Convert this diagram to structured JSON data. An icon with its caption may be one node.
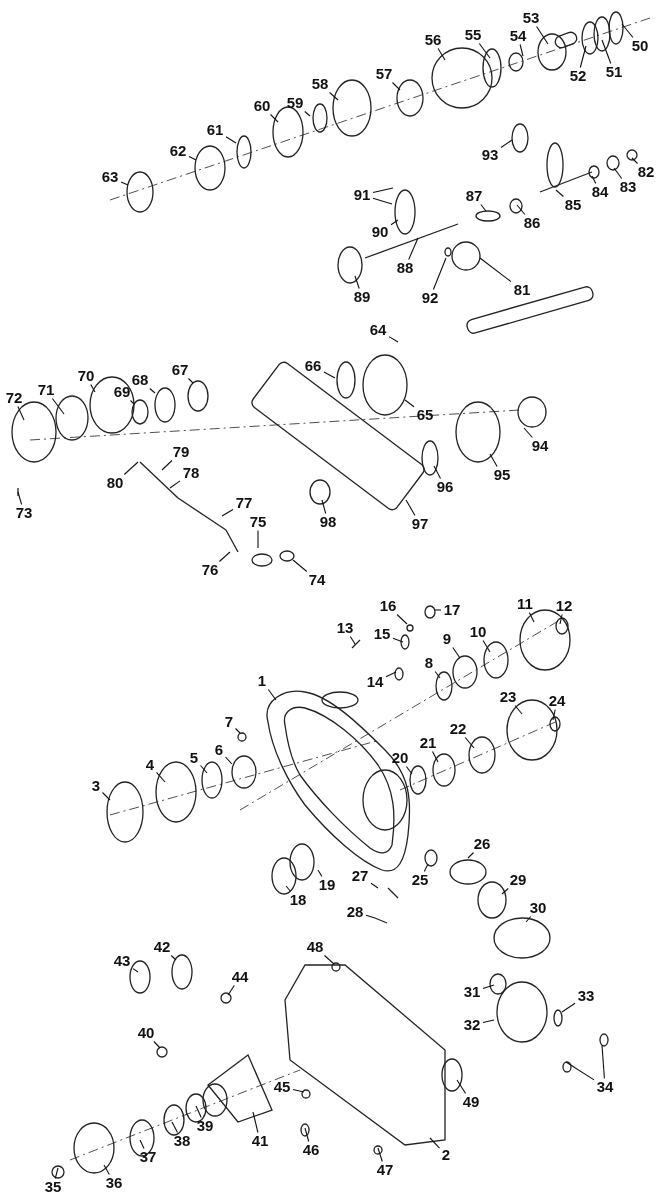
{
  "diagram": {
    "nodes": [
      {
        "text": [
          "50"
        ]
      },
      {
        "text": [
          "51"
        ]
      },
      {
        "text": [
          "52"
        ]
      },
      {
        "text": [
          "53"
        ]
      },
      {
        "text": [
          "54"
        ]
      },
      {
        "text": [
          "55"
        ]
      },
      {
        "text": [
          "56"
        ]
      },
      {
        "text": [
          "57"
        ]
      },
      {
        "text": [
          "58"
        ]
      },
      {
        "text": [
          "59"
        ]
      },
      {
        "text": [
          "60"
        ]
      },
      {
        "text": [
          "61"
        ]
      },
      {
        "text": [
          "62"
        ]
      },
      {
        "text": [
          "63"
        ]
      },
      {
        "text": [
          "93"
        ]
      },
      {
        "text": [
          "82"
        ]
      },
      {
        "text": [
          "83"
        ]
      },
      {
        "text": [
          "84"
        ]
      },
      {
        "text": [
          "85"
        ]
      },
      {
        "text": [
          "86"
        ]
      },
      {
        "text": [
          "87"
        ]
      },
      {
        "text": [
          "91"
        ]
      },
      {
        "text": [
          "90"
        ]
      },
      {
        "text": [
          "88"
        ]
      },
      {
        "text": [
          "92"
        ]
      },
      {
        "text": [
          "81"
        ]
      },
      {
        "text": [
          "89"
        ]
      },
      {
        "text": [
          "64"
        ]
      },
      {
        "text": [
          "66"
        ]
      },
      {
        "text": [
          "65"
        ]
      },
      {
        "text": [
          "67"
        ]
      },
      {
        "text": [
          "68"
        ]
      },
      {
        "text": [
          "69"
        ]
      },
      {
        "text": [
          "70"
        ]
      },
      {
        "text": [
          "71"
        ]
      },
      {
        "text": [
          "72"
        ]
      },
      {
        "text": [
          "73"
        ]
      },
      {
        "text": [
          "80"
        ]
      },
      {
        "text": [
          "79"
        ]
      },
      {
        "text": [
          "78"
        ]
      },
      {
        "text": [
          "77"
        ]
      },
      {
        "text": [
          "76"
        ]
      },
      {
        "text": [
          "75"
        ]
      },
      {
        "text": [
          "74"
        ]
      },
      {
        "text": [
          "94"
        ]
      },
      {
        "text": [
          "95"
        ]
      },
      {
        "text": [
          "96"
        ]
      },
      {
        "text": [
          "97"
        ]
      },
      {
        "text": [
          "98"
        ]
      },
      {
        "text": [
          "17"
        ]
      },
      {
        "text": [
          "16"
        ]
      },
      {
        "text": [
          "13"
        ]
      },
      {
        "text": [
          "15"
        ]
      },
      {
        "text": [
          "14"
        ]
      },
      {
        "text": [
          "11"
        ]
      },
      {
        "text": [
          "12"
        ]
      },
      {
        "text": [
          "10"
        ]
      },
      {
        "text": [
          "9"
        ]
      },
      {
        "text": [
          "8"
        ]
      },
      {
        "text": [
          "1"
        ]
      },
      {
        "text": [
          "23"
        ]
      },
      {
        "text": [
          "24"
        ]
      },
      {
        "text": [
          "22"
        ]
      },
      {
        "text": [
          "21"
        ]
      },
      {
        "text": [
          "20"
        ]
      },
      {
        "text": [
          "7"
        ]
      },
      {
        "text": [
          "6"
        ]
      },
      {
        "text": [
          "5"
        ]
      },
      {
        "text": [
          "4"
        ]
      },
      {
        "text": [
          "3"
        ]
      },
      {
        "text": [
          "26"
        ]
      },
      {
        "text": [
          "25"
        ]
      },
      {
        "text": [
          "19"
        ]
      },
      {
        "text": [
          "18"
        ]
      },
      {
        "text": [
          "27"
        ]
      },
      {
        "text": [
          "29"
        ]
      },
      {
        "text": [
          "28"
        ]
      },
      {
        "text": [
          "30"
        ]
      },
      {
        "text": [
          "42"
        ]
      },
      {
        "text": [
          "43"
        ]
      },
      {
        "text": [
          "48"
        ]
      },
      {
        "text": [
          "44"
        ]
      },
      {
        "text": [
          "31"
        ]
      },
      {
        "text": [
          "32"
        ]
      },
      {
        "text": [
          "33"
        ]
      },
      {
        "text": [
          "34"
        ]
      },
      {
        "text": [
          "40"
        ]
      },
      {
        "text": [
          "49"
        ]
      },
      {
        "text": [
          "45"
        ]
      },
      {
        "text": [
          "41"
        ]
      },
      {
        "text": [
          "39"
        ]
      },
      {
        "text": [
          "38"
        ]
      },
      {
        "text": [
          "46"
        ]
      },
      {
        "text": [
          "2"
        ]
      },
      {
        "text": [
          "47"
        ]
      },
      {
        "text": [
          "37"
        ]
      },
      {
        "text": [
          "36"
        ]
      },
      {
        "text": [
          "35"
        ]
      }
    ],
    "edges": [
      {
        "from": 0,
        "to": null,
        "arrow": "none"
      },
      {
        "from": 1,
        "to": null,
        "arrow": "none"
      },
      {
        "from": 2,
        "to": null,
        "arrow": "none"
      },
      {
        "from": 3,
        "to": null,
        "arrow": "none"
      },
      {
        "from": 4,
        "to": null,
        "arrow": "none"
      },
      {
        "from": 5,
        "to": null,
        "arrow": "none"
      },
      {
        "from": 6,
        "to": null,
        "arrow": "none"
      },
      {
        "from": 7,
        "to": null,
        "arrow": "none"
      },
      {
        "from": 8,
        "to": null,
        "arrow": "none"
      },
      {
        "from": 9,
        "to": null,
        "arrow": "none"
      },
      {
        "from": 10,
        "to": null,
        "arrow": "none"
      },
      {
        "from": 11,
        "to": null,
        "arrow": "none"
      },
      {
        "from": 12,
        "to": null,
        "arrow": "none"
      },
      {
        "from": 13,
        "to": null,
        "arrow": "none"
      },
      {
        "from": 14,
        "to": null,
        "arrow": "none"
      },
      {
        "from": 15,
        "to": null,
        "arrow": "none"
      },
      {
        "from": 16,
        "to": null,
        "arrow": "none"
      },
      {
        "from": 17,
        "to": null,
        "arrow": "none"
      },
      {
        "from": 18,
        "to": null,
        "arrow": "none"
      },
      {
        "from": 19,
        "to": null,
        "arrow": "none"
      },
      {
        "from": 20,
        "to": null,
        "arrow": "none"
      },
      {
        "from": 21,
        "to": null,
        "arrow": "none"
      },
      {
        "from": 21,
        "to": null,
        "arrow": "none"
      },
      {
        "from": 22,
        "to": null,
        "arrow": "none"
      },
      {
        "from": 23,
        "to": null,
        "arrow": "none"
      },
      {
        "from": 24,
        "to": null,
        "arrow": "none"
      },
      {
        "from": 25,
        "to": null,
        "arrow": "none"
      },
      {
        "from": 26,
        "to": null,
        "arrow": "none"
      },
      {
        "from": 27,
        "to": null,
        "arrow": "none"
      },
      {
        "from": 28,
        "to": null,
        "arrow": "none"
      },
      {
        "from": 29,
        "to": null,
        "arrow": "none"
      },
      {
        "from": 30,
        "to": null,
        "arrow": "none"
      },
      {
        "from": 31,
        "to": null,
        "arrow": "none"
      },
      {
        "from": 32,
        "to": null,
        "arrow": "none"
      },
      {
        "from": 33,
        "to": null,
        "arrow": "none"
      },
      {
        "from": 34,
        "to": null,
        "arrow": "none"
      },
      {
        "from": 35,
        "to": null,
        "arrow": "none"
      },
      {
        "from": 36,
        "to": null,
        "arrow": "none"
      },
      {
        "from": 37,
        "to": null,
        "arrow": "none"
      },
      {
        "from": 38,
        "to": null,
        "arrow": "none"
      },
      {
        "from": 39,
        "to": null,
        "arrow": "none"
      },
      {
        "from": 40,
        "to": null,
        "arrow": "none"
      },
      {
        "from": 41,
        "to": null,
        "arrow": "none"
      },
      {
        "from": 42,
        "to": null,
        "arrow": "none"
      },
      {
        "from": 43,
        "to": null,
        "arrow": "none"
      },
      {
        "from": 44,
        "to": null,
        "arrow": "none"
      },
      {
        "from": 45,
        "to": null,
        "arrow": "none"
      },
      {
        "from": 46,
        "to": null,
        "arrow": "none"
      },
      {
        "from": 47,
        "to": null,
        "arrow": "none"
      },
      {
        "from": 48,
        "to": null,
        "arrow": "none"
      },
      {
        "from": 49,
        "to": null,
        "arrow": "none"
      },
      {
        "from": 50,
        "to": null,
        "arrow": "none"
      },
      {
        "from": 51,
        "to": null,
        "arrow": "none"
      },
      {
        "from": 52,
        "to": null,
        "arrow": "none"
      },
      {
        "from": 53,
        "to": null,
        "arrow": "none"
      },
      {
        "from": 54,
        "to": null,
        "arrow": "none"
      },
      {
        "from": 55,
        "to": null,
        "arrow": "none"
      },
      {
        "from": 56,
        "to": null,
        "arrow": "none"
      },
      {
        "from": 57,
        "to": null,
        "arrow": "none"
      },
      {
        "from": 58,
        "to": null,
        "arrow": "none"
      },
      {
        "from": 59,
        "to": null,
        "arrow": "none"
      },
      {
        "from": 60,
        "to": null,
        "arrow": "none"
      },
      {
        "from": 61,
        "to": null,
        "arrow": "none"
      },
      {
        "from": 62,
        "to": null,
        "arrow": "none"
      },
      {
        "from": 63,
        "to": null,
        "arrow": "none"
      },
      {
        "from": 64,
        "to": null,
        "arrow": "none"
      },
      {
        "from": 65,
        "to": null,
        "arrow": "none"
      },
      {
        "from": 66,
        "to": null,
        "arrow": "none"
      },
      {
        "from": 67,
        "to": null,
        "arrow": "none"
      },
      {
        "from": 68,
        "to": null,
        "arrow": "none"
      },
      {
        "from": 69,
        "to": null,
        "arrow": "none"
      },
      {
        "from": 70,
        "to": null,
        "arrow": "none"
      },
      {
        "from": 71,
        "to": null,
        "arrow": "none"
      },
      {
        "from": 72,
        "to": null,
        "arrow": "none"
      },
      {
        "from": 73,
        "to": null,
        "arrow": "none"
      },
      {
        "from": 74,
        "to": null,
        "arrow": "none"
      },
      {
        "from": 75,
        "to": null,
        "arrow": "none"
      },
      {
        "from": 76,
        "to": null,
        "arrow": "none"
      },
      {
        "from": 77,
        "to": null,
        "arrow": "none"
      },
      {
        "from": 78,
        "to": null,
        "arrow": "none"
      },
      {
        "from": 79,
        "to": null,
        "arrow": "none"
      },
      {
        "from": 80,
        "to": null,
        "arrow": "none"
      },
      {
        "from": 81,
        "to": null,
        "arrow": "none"
      },
      {
        "from": 82,
        "to": null,
        "arrow": "none"
      },
      {
        "from": 83,
        "to": null,
        "arrow": "none"
      },
      {
        "from": 84,
        "to": null,
        "arrow": "none"
      },
      {
        "from": 85,
        "to": null,
        "arrow": "none"
      },
      {
        "from": 85,
        "to": null,
        "arrow": "none"
      },
      {
        "from": 86,
        "to": null,
        "arrow": "none"
      },
      {
        "from": 87,
        "to": null,
        "arrow": "none"
      },
      {
        "from": 88,
        "to": null,
        "arrow": "none"
      },
      {
        "from": 89,
        "to": null,
        "arrow": "none"
      },
      {
        "from": 90,
        "to": null,
        "arrow": "none"
      },
      {
        "from": 91,
        "to": null,
        "arrow": "none"
      },
      {
        "from": 92,
        "to": null,
        "arrow": "none"
      },
      {
        "from": 93,
        "to": null,
        "arrow": "none"
      },
      {
        "from": 94,
        "to": null,
        "arrow": "none"
      },
      {
        "from": 95,
        "to": null,
        "arrow": "none"
      },
      {
        "from": 96,
        "to": null,
        "arrow": "none"
      },
      {
        "from": 97,
        "to": null,
        "arrow": "none"
      }
    ]
  }
}
